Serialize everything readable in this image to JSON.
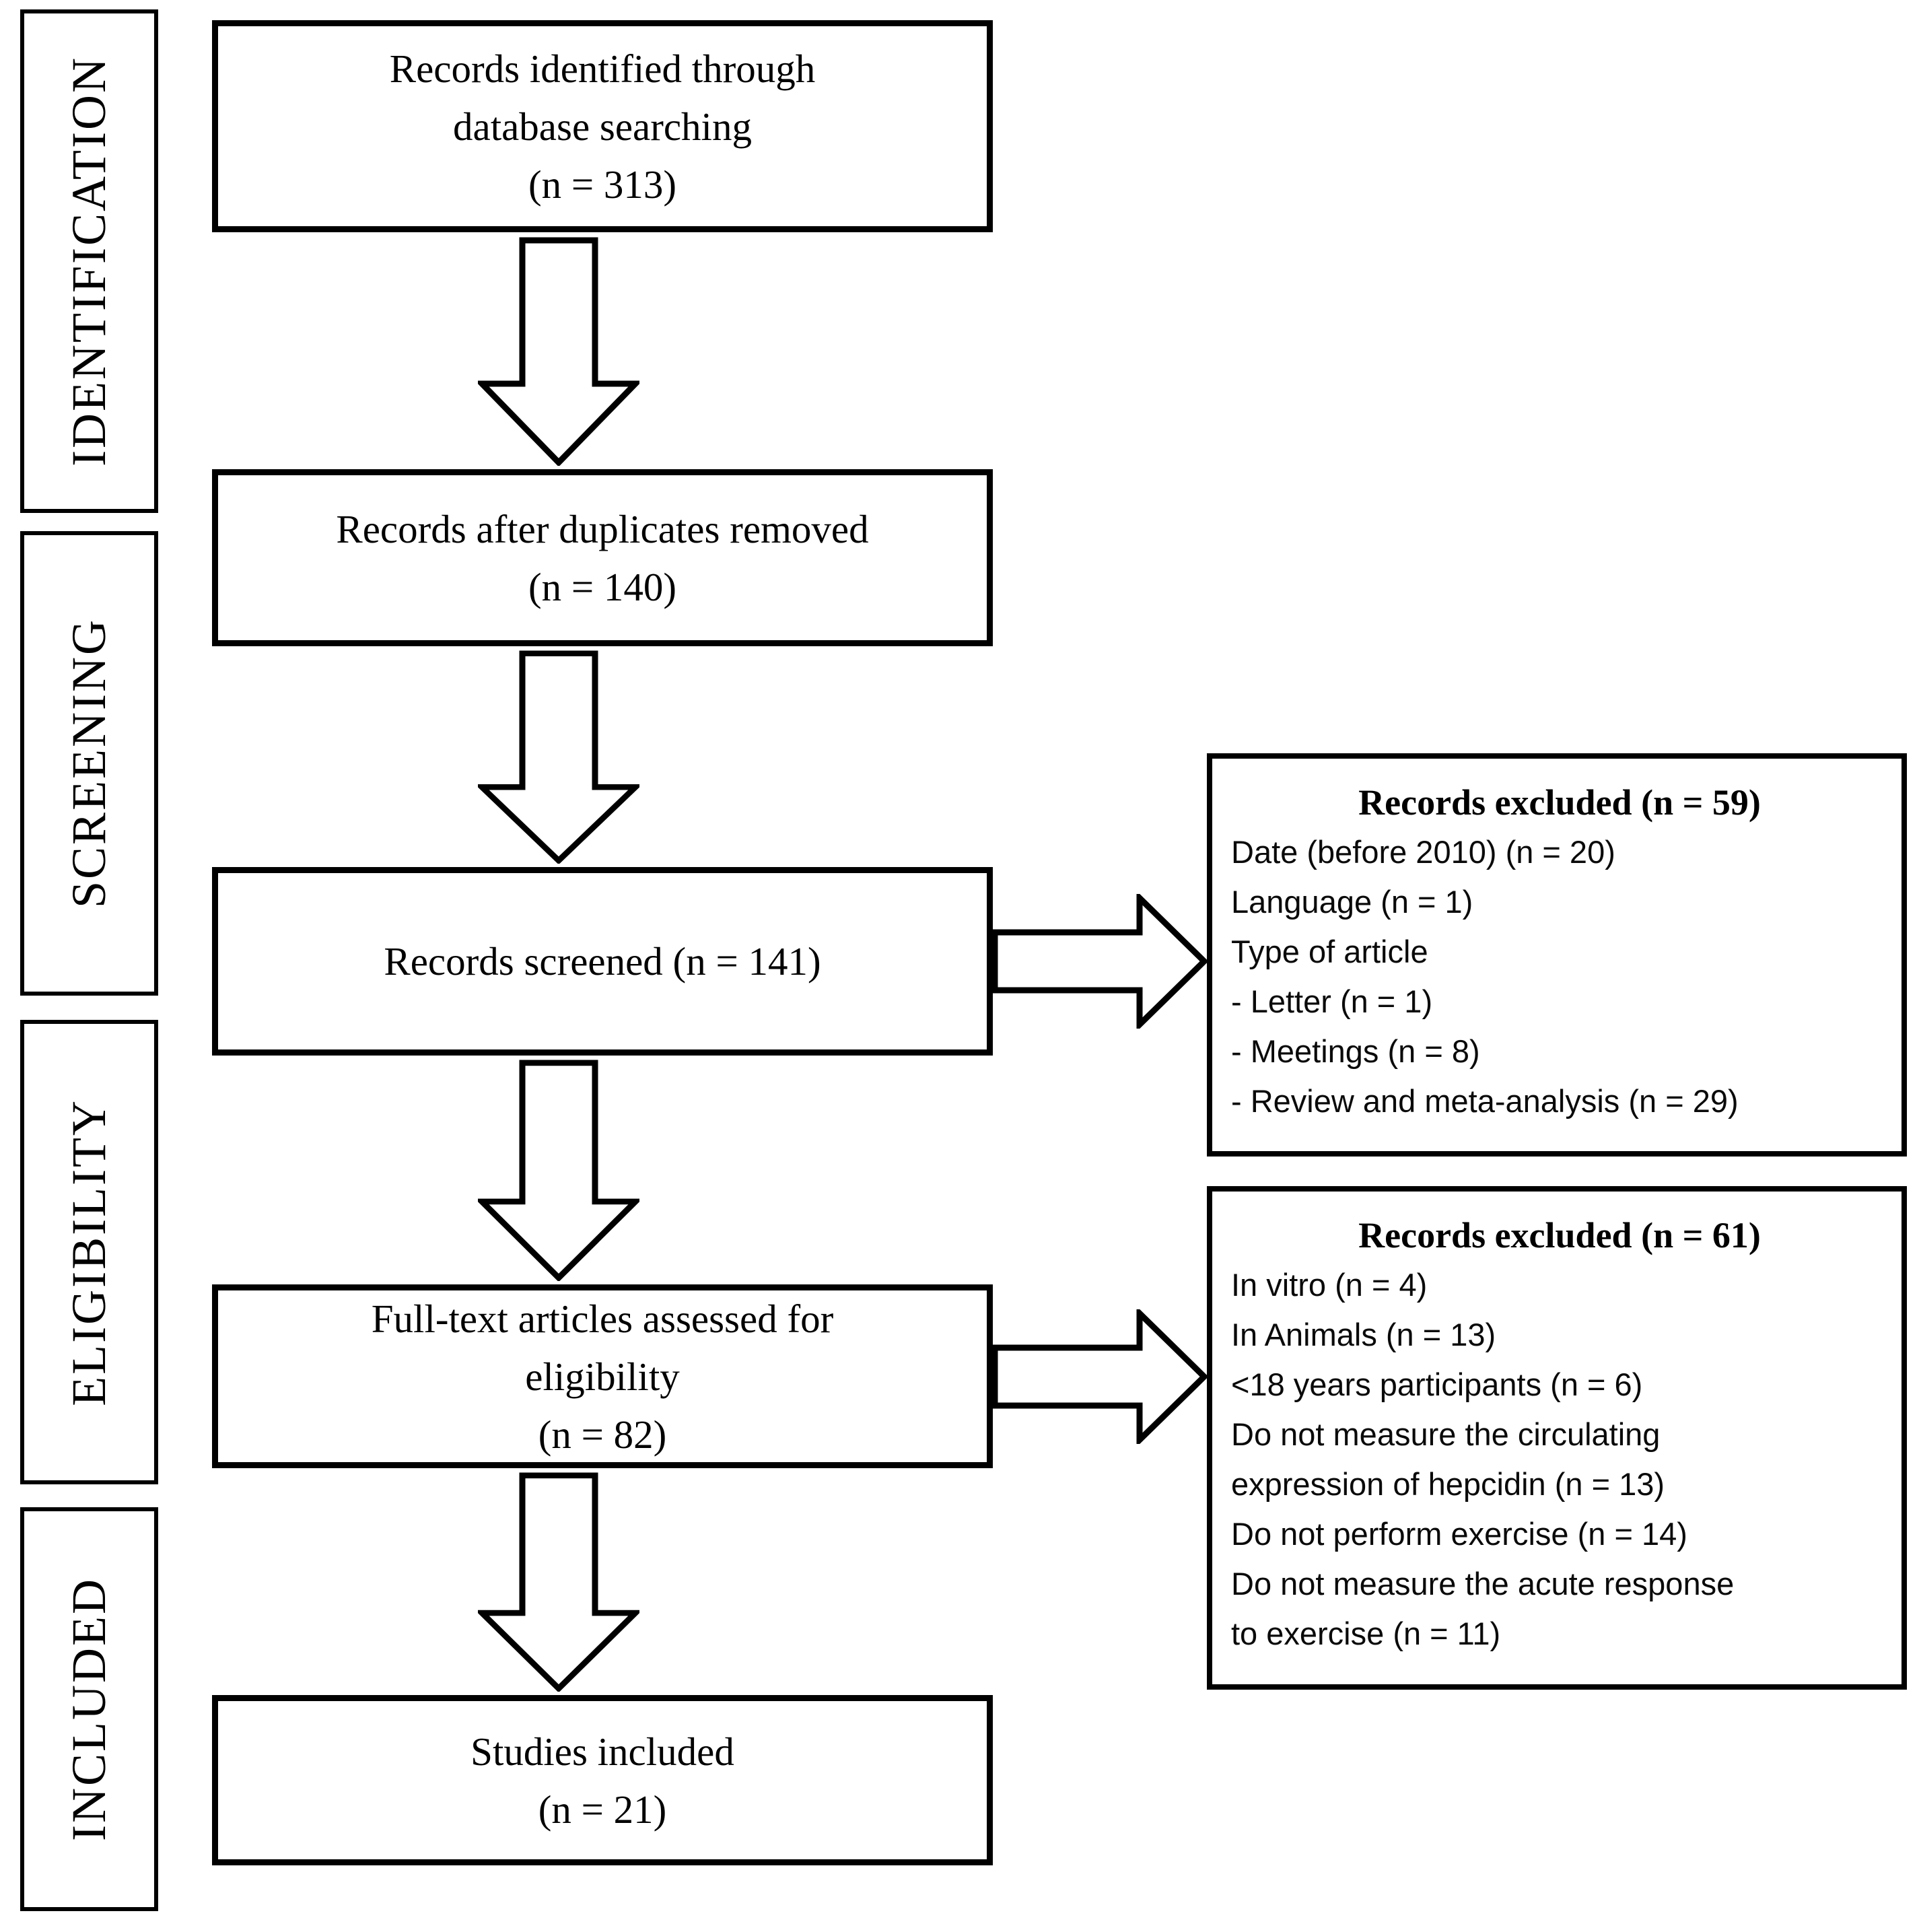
{
  "figure": {
    "background_color": "#ffffff",
    "line_color": "#000000",
    "stages": [
      {
        "label": "IDENTIFICATION"
      },
      {
        "label": "SCREENING"
      },
      {
        "label": "ELIGIBILITY"
      },
      {
        "label": "INCLUDED"
      }
    ],
    "flow_boxes": [
      {
        "lines": [
          "Records identified through",
          "database searching",
          "(n = 313)"
        ]
      },
      {
        "lines": [
          "Records after duplicates removed",
          "(n = 140)"
        ]
      },
      {
        "lines": [
          "Records screened (n = 141)"
        ]
      },
      {
        "lines": [
          "Full-text articles assessed for",
          "eligibility",
          "(n = 82)"
        ]
      },
      {
        "lines": [
          "Studies included",
          "(n = 21)"
        ]
      }
    ],
    "exclusion_boxes": [
      {
        "title": "Records excluded (n = 59)",
        "items": [
          "Date (before 2010) (n = 20)",
          "Language (n = 1)",
          "Type of article",
          "- Letter (n = 1)",
          "- Meetings (n = 8)",
          "- Review and meta-analysis (n = 29)"
        ]
      },
      {
        "title": "Records excluded (n = 61)",
        "items": [
          "In vitro (n = 4)",
          "In Animals (n = 13)",
          "<18 years participants (n = 6)",
          "Do not measure the circulating expression of hepcidin (n = 13)",
          "Do not perform exercise (n = 14)",
          "Do not measure the acute response to exercise (n = 11)"
        ]
      }
    ]
  }
}
